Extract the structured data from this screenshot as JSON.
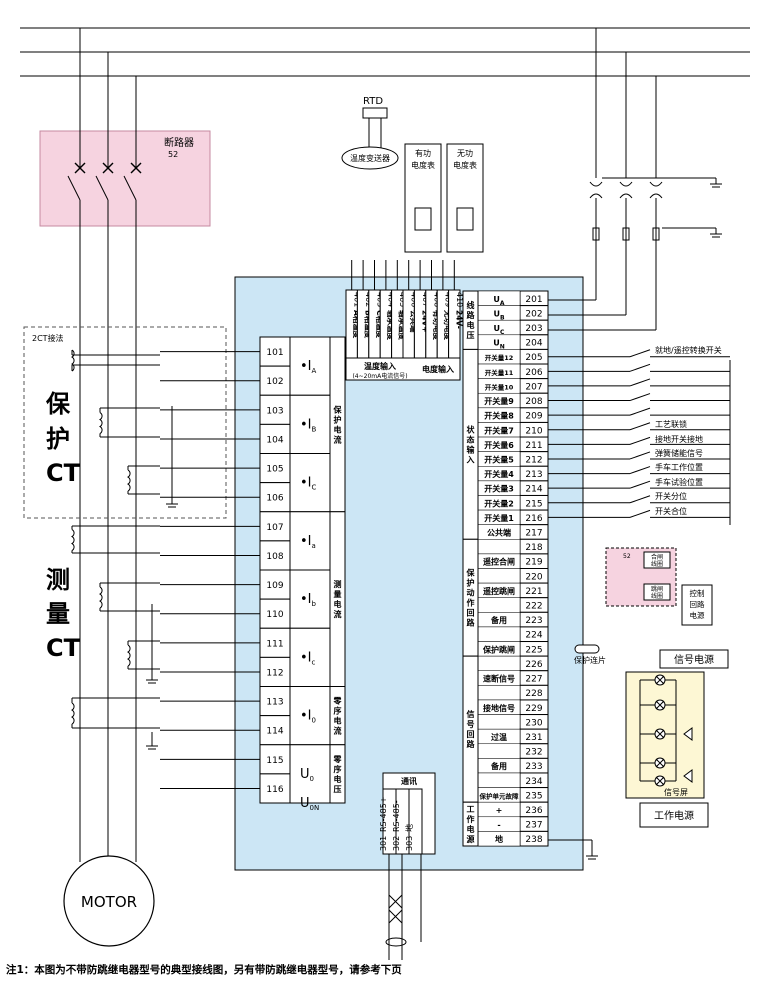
{
  "breaker": {
    "label": "断路器",
    "code": "52"
  },
  "ct_2ct": "2CT接法",
  "protect_ct": "保护CT",
  "measure_ct": "测量CT",
  "motor": "MOTOR",
  "rtd": "RTD",
  "temp_transmitter": "温度变送器",
  "active_meter": "有功电度表",
  "reactive_meter": "无功电度表",
  "left_terminals": [
    {
      "no": "101",
      "sym": "•I",
      "sub": "A"
    },
    {
      "no": "102",
      "sym": "",
      "sub": ""
    },
    {
      "no": "103",
      "sym": "•I",
      "sub": "B"
    },
    {
      "no": "104",
      "sym": "",
      "sub": ""
    },
    {
      "no": "105",
      "sym": "•I",
      "sub": "C"
    },
    {
      "no": "106",
      "sym": "",
      "sub": ""
    },
    {
      "no": "107",
      "sym": "•I",
      "sub": "a"
    },
    {
      "no": "108",
      "sym": "",
      "sub": ""
    },
    {
      "no": "109",
      "sym": "•I",
      "sub": "b"
    },
    {
      "no": "110",
      "sym": "",
      "sub": ""
    },
    {
      "no": "111",
      "sym": "•I",
      "sub": "c"
    },
    {
      "no": "112",
      "sym": "",
      "sub": ""
    },
    {
      "no": "113",
      "sym": "•I",
      "sub": "0"
    },
    {
      "no": "114",
      "sym": "",
      "sub": ""
    },
    {
      "no": "115",
      "sym": "U",
      "sub": "0"
    },
    {
      "no": "116",
      "sym": "U",
      "sub": "0N"
    }
  ],
  "left_groups": [
    "保护电流",
    "测量电流",
    "零序电流",
    "零序电压"
  ],
  "top_terminals": [
    {
      "no": "401",
      "name": "A相温度"
    },
    {
      "no": "402",
      "name": "B相温度"
    },
    {
      "no": "403",
      "name": "C相温度"
    },
    {
      "no": "404",
      "name": "轴承温度"
    },
    {
      "no": "405",
      "name": "轴承温度"
    },
    {
      "no": "406",
      "name": "公共端"
    },
    {
      "no": "407",
      "name": "24V+"
    },
    {
      "no": "408",
      "name": "有功电度"
    },
    {
      "no": "409",
      "name": "无功电度"
    },
    {
      "no": "410",
      "name": "24V-"
    }
  ],
  "temp_input": "温度输入",
  "temp_input_sub": "(4~20mA电流信号)",
  "energy_input": "电度输入",
  "right_terminals": [
    {
      "no": "201",
      "name": "U",
      "sub": "A"
    },
    {
      "no": "202",
      "name": "U",
      "sub": "B"
    },
    {
      "no": "203",
      "name": "U",
      "sub": "C"
    },
    {
      "no": "204",
      "name": "U",
      "sub": "N"
    },
    {
      "no": "205",
      "name": "开关量12",
      "sub": ""
    },
    {
      "no": "206",
      "name": "开关量11",
      "sub": ""
    },
    {
      "no": "207",
      "name": "开关量10",
      "sub": ""
    },
    {
      "no": "208",
      "name": "开关量9",
      "sub": ""
    },
    {
      "no": "209",
      "name": "开关量8",
      "sub": ""
    },
    {
      "no": "210",
      "name": "开关量7",
      "sub": ""
    },
    {
      "no": "211",
      "name": "开关量6",
      "sub": ""
    },
    {
      "no": "212",
      "name": "开关量5",
      "sub": ""
    },
    {
      "no": "213",
      "name": "开关量4",
      "sub": ""
    },
    {
      "no": "214",
      "name": "开关量3",
      "sub": ""
    },
    {
      "no": "215",
      "name": "开关量2",
      "sub": ""
    },
    {
      "no": "216",
      "name": "开关量1",
      "sub": ""
    },
    {
      "no": "217",
      "name": "公共端",
      "sub": ""
    },
    {
      "no": "218",
      "name": "",
      "sub": ""
    },
    {
      "no": "219",
      "name": "遥控合闸",
      "sub": ""
    },
    {
      "no": "220",
      "name": "",
      "sub": ""
    },
    {
      "no": "221",
      "name": "遥控跳闸",
      "sub": ""
    },
    {
      "no": "222",
      "name": "",
      "sub": ""
    },
    {
      "no": "223",
      "name": "备用",
      "sub": ""
    },
    {
      "no": "224",
      "name": "",
      "sub": ""
    },
    {
      "no": "225",
      "name": "保护跳闸",
      "sub": ""
    },
    {
      "no": "226",
      "name": "",
      "sub": ""
    },
    {
      "no": "227",
      "name": "速断信号",
      "sub": ""
    },
    {
      "no": "228",
      "name": "",
      "sub": ""
    },
    {
      "no": "229",
      "name": "接地信号",
      "sub": ""
    },
    {
      "no": "230",
      "name": "",
      "sub": ""
    },
    {
      "no": "231",
      "name": "过温",
      "sub": ""
    },
    {
      "no": "232",
      "name": "",
      "sub": ""
    },
    {
      "no": "233",
      "name": "备用",
      "sub": ""
    },
    {
      "no": "234",
      "name": "",
      "sub": ""
    },
    {
      "no": "235",
      "name": "保护单元故障",
      "sub": ""
    },
    {
      "no": "236",
      "name": "+",
      "sub": ""
    },
    {
      "no": "237",
      "name": "-",
      "sub": ""
    },
    {
      "no": "238",
      "name": "地",
      "sub": ""
    }
  ],
  "right_groups": [
    "线路电压",
    "状态输入",
    "保护动作回路",
    "信号回路",
    "工作电源"
  ],
  "switch_labels": [
    "就地/遥控转换开关",
    "工艺联锁",
    "接地开关接地",
    "弹簧储能信号",
    "手车工作位置",
    "手车试验位置",
    "开关分位",
    "开关合位"
  ],
  "bottom_terminals": [
    {
      "no": "301",
      "name": "RS-485+"
    },
    {
      "no": "302",
      "name": "RS-485-"
    },
    {
      "no": "303",
      "name": "地"
    }
  ],
  "comm": "通讯",
  "close_coil": "合闸线圈",
  "trip_coil": "跳闸线圈",
  "coil_code": "52",
  "control_power": "控制回路电源",
  "protect_plate": "保护连片",
  "signal_power": "信号电源",
  "signal_screen": "信号屏",
  "work_power": "工作电源",
  "note": "注1：本图为不带防跳继电器型号的典型接线图，另有带防跳继电器型号，请参考下页"
}
